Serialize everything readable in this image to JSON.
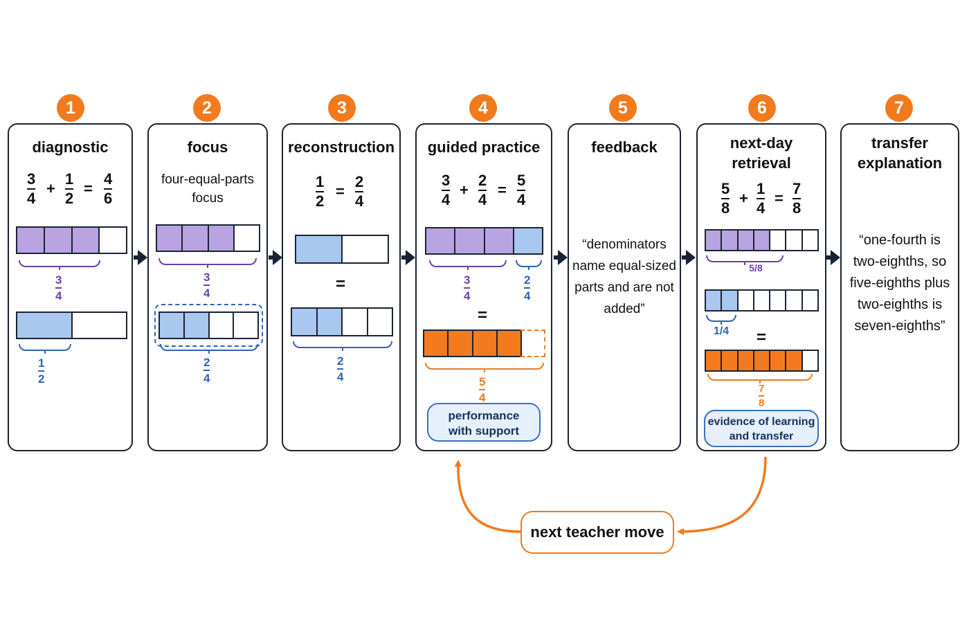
{
  "steps": [
    {
      "number": "1",
      "title": "diagnostic"
    },
    {
      "number": "2",
      "title": "focus",
      "caption_line1": "four-equal-parts",
      "caption_line2": "focus"
    },
    {
      "number": "3",
      "title": "reconstruction"
    },
    {
      "number": "4",
      "title": "guided practice",
      "pill_line1": "performance",
      "pill_line2": "with support"
    },
    {
      "number": "5",
      "title": "feedback",
      "quote_lines": [
        "“denominators",
        "name equal-sized",
        "parts and are not",
        "added”"
      ]
    },
    {
      "number": "6",
      "title_line1": "next-day",
      "title_line2": "retrieval",
      "pill_line1": "evidence of learning",
      "pill_line2": "and transfer"
    },
    {
      "number": "7",
      "title_line1": "transfer",
      "title_line2": "explanation",
      "quote_lines": [
        "“one-fourth is",
        "two-eighths, so",
        "five-eighths plus",
        "two-eighths is",
        "seven-eighths”"
      ]
    }
  ],
  "equations": {
    "s1": {
      "a_num": "3",
      "a_den": "4",
      "op": "+",
      "b_num": "1",
      "b_den": "2",
      "eq": "=",
      "r_num": "4",
      "r_den": "6"
    },
    "s3": {
      "a_num": "1",
      "a_den": "2",
      "eq": "=",
      "r_num": "2",
      "r_den": "4"
    },
    "s4": {
      "a_num": "3",
      "a_den": "4",
      "op": "+",
      "b_num": "2",
      "b_den": "4",
      "eq": "=",
      "r_num": "5",
      "r_den": "4"
    },
    "s6": {
      "a_num": "5",
      "a_den": "8",
      "op": "+",
      "b_num": "1",
      "b_den": "4",
      "eq": "=",
      "r_num": "7",
      "r_den": "8"
    }
  },
  "bar_labels": {
    "s1_top": {
      "num": "3",
      "den": "4"
    },
    "s1_bottom": {
      "num": "1",
      "den": "2"
    },
    "s2_top": {
      "num": "3",
      "den": "4"
    },
    "s2_bottom": {
      "num": "2",
      "den": "4"
    },
    "s3_equals": "=",
    "s3_bottom": {
      "num": "2",
      "den": "4"
    },
    "s4_left": {
      "num": "3",
      "den": "4"
    },
    "s4_right": {
      "num": "2",
      "den": "4"
    },
    "s4_equals": "=",
    "s4_result": {
      "num": "5",
      "den": "4"
    },
    "s6_top_num": "5",
    "s6_top_den": "8",
    "s6_middle": "1/4",
    "s6_equals": "=",
    "s6_result": {
      "num": "7",
      "den": "8"
    }
  },
  "loop": {
    "label": "next teacher move"
  },
  "colors": {
    "orange": "#f07a1c",
    "purple": "#6b3fa8",
    "blue": "#2f62b5",
    "navy": "#1a2333"
  }
}
